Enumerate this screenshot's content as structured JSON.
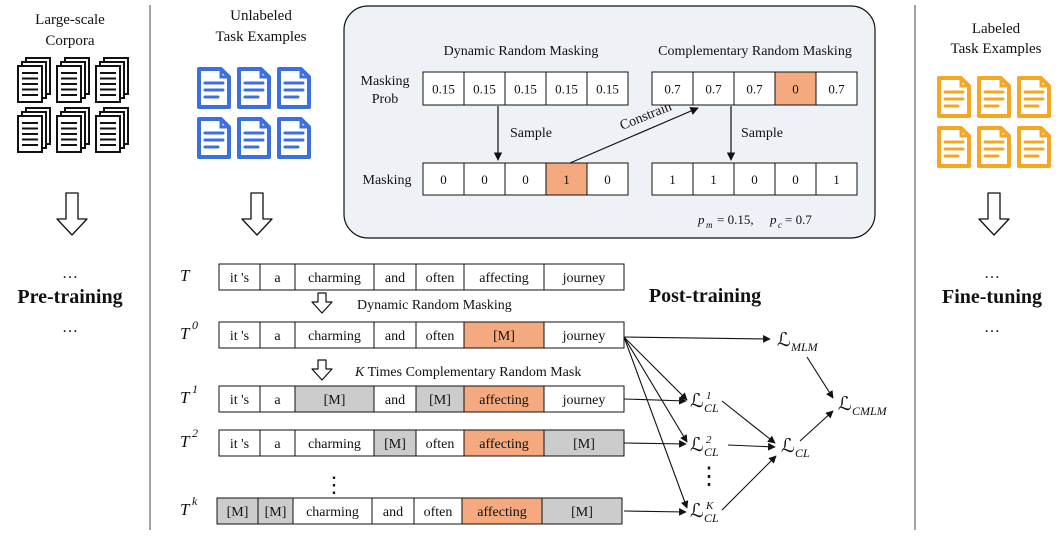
{
  "left": {
    "corpora_title": [
      "Large-scale",
      "Corpora"
    ],
    "ellipsis_top": "…",
    "stage": "Pre-training",
    "ellipsis_bottom": "…",
    "icon": "stacked-documents-icon",
    "icon_color": "#111111"
  },
  "middle": {
    "unlabeled_title": [
      "Unlabeled",
      "Task Examples"
    ],
    "icon": "document-icon",
    "icon_color": "#3c6fe0",
    "stage": "Post-training"
  },
  "right": {
    "labeled_title": [
      "Labeled",
      "Task Examples"
    ],
    "ellipsis_top": "…",
    "stage": "Fine-tuning",
    "ellipsis_bottom": "…",
    "icon": "document-icon",
    "icon_color": "#f5a623"
  },
  "masking_panel": {
    "drm_title": "Dynamic Random Masking",
    "crm_title": "Complementary Random Masking",
    "row_prob_label": [
      "Masking",
      "Prob"
    ],
    "row_mask_label": "Masking",
    "drm_probs": [
      "0.15",
      "0.15",
      "0.15",
      "0.15",
      "0.15"
    ],
    "crm_probs": [
      "0.7",
      "0.7",
      "0.7",
      "0",
      "0.7"
    ],
    "drm_mask": [
      "0",
      "0",
      "0",
      "1",
      "0"
    ],
    "crm_mask": [
      "1",
      "1",
      "0",
      "0",
      "1"
    ],
    "sample_label": "Sample",
    "constrain_label": "Constrain",
    "params": "p_m = 0.15, p_c = 0.7",
    "highlight_color": "#f4a97f",
    "panel_color": "#eef2f7"
  },
  "sequences": {
    "dynamic_masking_label": "Dynamic Random Masking",
    "k_times_label": "K Times Complementary Random Mask",
    "rows": [
      {
        "label": "T",
        "sup": "",
        "tokens": [
          "it 's",
          "a",
          "charming",
          "and",
          "often",
          "affecting",
          "journey"
        ],
        "style": [
          "w",
          "w",
          "w",
          "w",
          "w",
          "w",
          "w"
        ]
      },
      {
        "label": "T",
        "sup": "0",
        "tokens": [
          "it 's",
          "a",
          "charming",
          "and",
          "often",
          "[M]",
          "journey"
        ],
        "style": [
          "w",
          "w",
          "w",
          "w",
          "w",
          "o",
          "w"
        ]
      },
      {
        "label": "T",
        "sup": "1",
        "tokens": [
          "it 's",
          "a",
          "[M]",
          "and",
          "[M]",
          "affecting",
          "journey"
        ],
        "style": [
          "w",
          "w",
          "g",
          "w",
          "g",
          "o",
          "w"
        ]
      },
      {
        "label": "T",
        "sup": "2",
        "tokens": [
          "it 's",
          "a",
          "charming",
          "[M]",
          "often",
          "affecting",
          "[M]"
        ],
        "style": [
          "w",
          "w",
          "w",
          "g",
          "w",
          "o",
          "g"
        ]
      },
      {
        "label": "T",
        "sup": "k",
        "tokens": [
          "[M]",
          "[M]",
          "charming",
          "and",
          "often",
          "affecting",
          "[M]"
        ],
        "style": [
          "g",
          "g",
          "w",
          "w",
          "w",
          "o",
          "g"
        ]
      }
    ],
    "vertical_dots": "⋮",
    "gray_color": "#cccccc"
  },
  "losses": {
    "mlm": "MLM",
    "cl1": [
      "1",
      "CL"
    ],
    "cl2": [
      "2",
      "CL"
    ],
    "clk": [
      "K",
      "CL"
    ],
    "cl": "CL",
    "cmlm": "CMLM",
    "script": "ℒ",
    "vertical_dots": "⋮"
  }
}
